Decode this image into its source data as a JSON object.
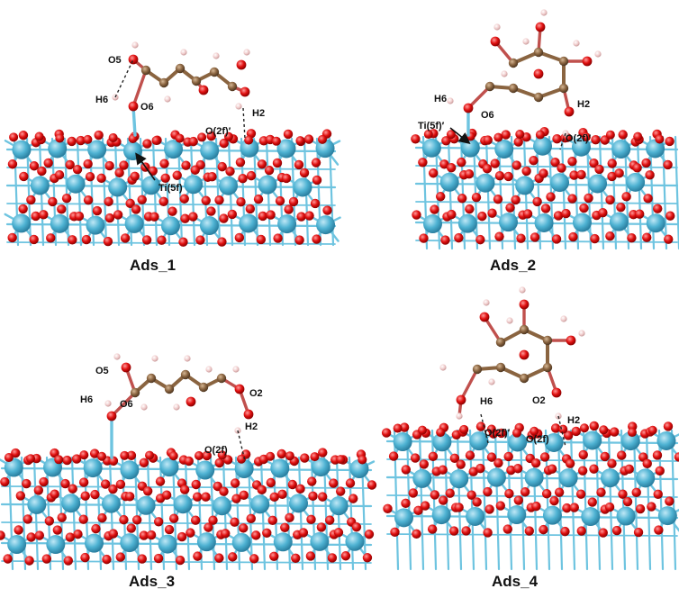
{
  "panels": [
    {
      "title": "Ads_1",
      "labels": {
        "o5": "O5",
        "h6": "H6",
        "o6": "O6",
        "o2f": "O(2f)′",
        "h2": "H2",
        "ti": "Ti(5f)"
      }
    },
    {
      "title": "Ads_2",
      "labels": {
        "h6": "H6",
        "o6": "O6",
        "ti": "Ti(5f)′",
        "h2": "H2",
        "o2f": "O(2f)′"
      }
    },
    {
      "title": "Ads_3",
      "labels": {
        "o5": "O5",
        "h6": "H6",
        "o6": "O6",
        "o2": "O2",
        "h2": "H2",
        "o2f": "O(2f)"
      }
    },
    {
      "title": "Ads_4",
      "labels": {
        "h6": "H6",
        "o2f_a": "O(2f)′",
        "o2f_b": "O(2f)",
        "o2": "O2",
        "h2": "H2"
      }
    }
  ],
  "colors": {
    "titanium": "#4fb3d3",
    "oxygen": "#e01010",
    "carbon": "#8a6440",
    "hydrogen": "#f0cccc",
    "bond_ti": "#6ec4e0",
    "hbond": "#222222"
  }
}
